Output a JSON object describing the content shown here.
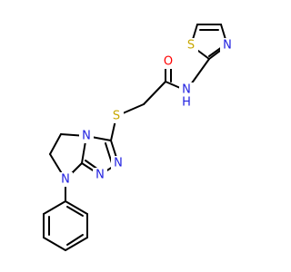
{
  "colors": {
    "bond": "#000000",
    "carbon": "#000000",
    "nitrogen": "#2020e0",
    "oxygen": "#ff0000",
    "sulfur": "#c8a800"
  },
  "atoms": {
    "o_carbonyl": {
      "label": "O",
      "element": "oxygen"
    },
    "n_amide": {
      "label": "N",
      "element": "nitrogen"
    },
    "h_amide": {
      "label": "H",
      "element": "nitrogen"
    },
    "s_thiazole": {
      "label": "S",
      "element": "sulfur"
    },
    "n_thiazole": {
      "label": "N",
      "element": "nitrogen"
    },
    "s_thioether": {
      "label": "S",
      "element": "sulfur"
    },
    "n_ring_bridge": {
      "label": "N",
      "element": "nitrogen"
    },
    "n_triazole_1": {
      "label": "N",
      "element": "nitrogen"
    },
    "n_triazole_2": {
      "label": "N",
      "element": "nitrogen"
    },
    "n_phenyl": {
      "label": "N",
      "element": "nitrogen"
    }
  }
}
